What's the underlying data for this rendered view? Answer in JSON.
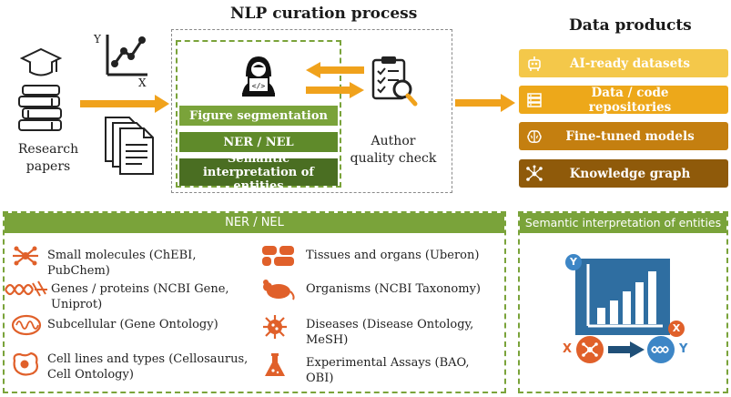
{
  "process_title": "NLP curation process",
  "products_title": "Data products",
  "source_label": "Research papers",
  "axis_y": "Y",
  "axis_x": "X",
  "author_check_label": "Author quality check",
  "steps": [
    {
      "label": "Figure segmentation",
      "color": "#7aa33a"
    },
    {
      "label": "NER / NEL",
      "color": "#5f8a2a"
    },
    {
      "label": "Semantic interpretation of entities",
      "color": "#4a6e22"
    }
  ],
  "products": [
    {
      "label": "AI-ready datasets",
      "color": "#f4c84a",
      "icon": "robot-icon"
    },
    {
      "label": "Data / code repositories",
      "color": "#eda81a",
      "icon": "server-icon"
    },
    {
      "label": "Fine-tuned models",
      "color": "#c47f10",
      "icon": "brain-icon"
    },
    {
      "label": "Knowledge graph",
      "color": "#8f5a0a",
      "icon": "network-icon"
    }
  ],
  "ner_panel": {
    "title": "NER / NEL",
    "left_items": [
      {
        "label": "Small molecules (ChEBI, PubChem)",
        "icon": "molecule-icon"
      },
      {
        "label": "Genes / proteins (NCBI Gene, Uniprot)",
        "icon": "dna-icon"
      },
      {
        "label": "Subcellular (Gene Ontology)",
        "icon": "mitochondria-icon"
      },
      {
        "label": "Cell lines and types (Cellosaurus, Cell Ontology)",
        "icon": "cell-icon"
      }
    ],
    "right_items": [
      {
        "label": "Tissues and organs (Uberon)",
        "icon": "tissue-icon"
      },
      {
        "label": "Organisms (NCBI Taxonomy)",
        "icon": "mouse-icon"
      },
      {
        "label": "Diseases (Disease Ontology, MeSH)",
        "icon": "virus-icon"
      },
      {
        "label": "Experimental Assays (BAO, OBI)",
        "icon": "flask-icon"
      }
    ]
  },
  "semantic_panel": {
    "title": "Semantic interpretation of entities",
    "y_badge": "Y",
    "x_badge": "X",
    "x_label": "X",
    "y_label": "Y"
  },
  "accent": {
    "arrow": "#f0a21c",
    "panel_green": "#7aa33a",
    "chart_blue": "#2f6ea1",
    "badge_orange": "#e0602a"
  }
}
